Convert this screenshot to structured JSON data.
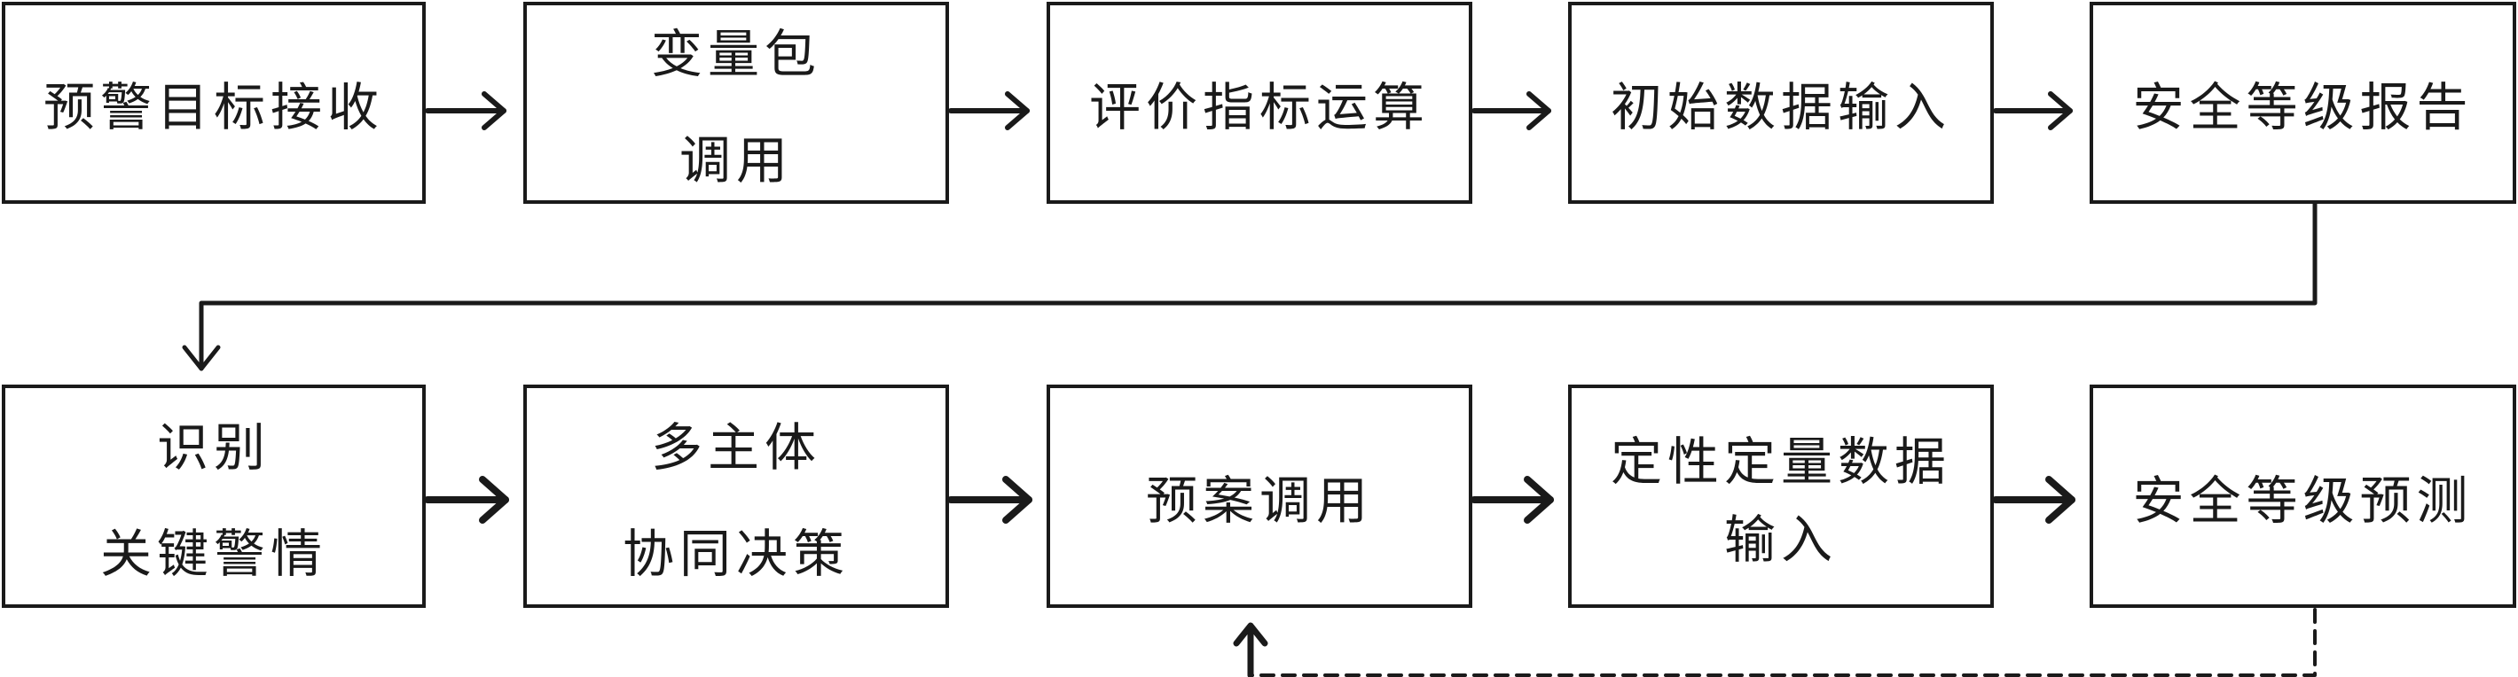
{
  "colors": {
    "stroke": "#1a1a1a",
    "background": "#ffffff"
  },
  "top_row": [
    {
      "lines": [
        "预警目标接收"
      ]
    },
    {
      "lines": [
        "变量包",
        "调用"
      ]
    },
    {
      "lines": [
        "评价指标运算"
      ]
    },
    {
      "lines": [
        "初始数据输入"
      ]
    },
    {
      "lines": [
        "安全等级报告"
      ]
    }
  ],
  "bottom_row": [
    {
      "lines": [
        "识别",
        "关键警情"
      ]
    },
    {
      "lines": [
        "多主体",
        "协同决策"
      ]
    },
    {
      "lines": [
        "预案调用"
      ]
    },
    {
      "lines": [
        "定性定量数据",
        "输入"
      ]
    },
    {
      "lines": [
        "安全等级预测"
      ]
    }
  ],
  "connectors": {
    "flow_arrows": "solid",
    "row_link": "solid elbow from 安全等级报告 to 识别关键警情",
    "feedback": "dashed from 安全等级预测 back to 预案调用"
  }
}
